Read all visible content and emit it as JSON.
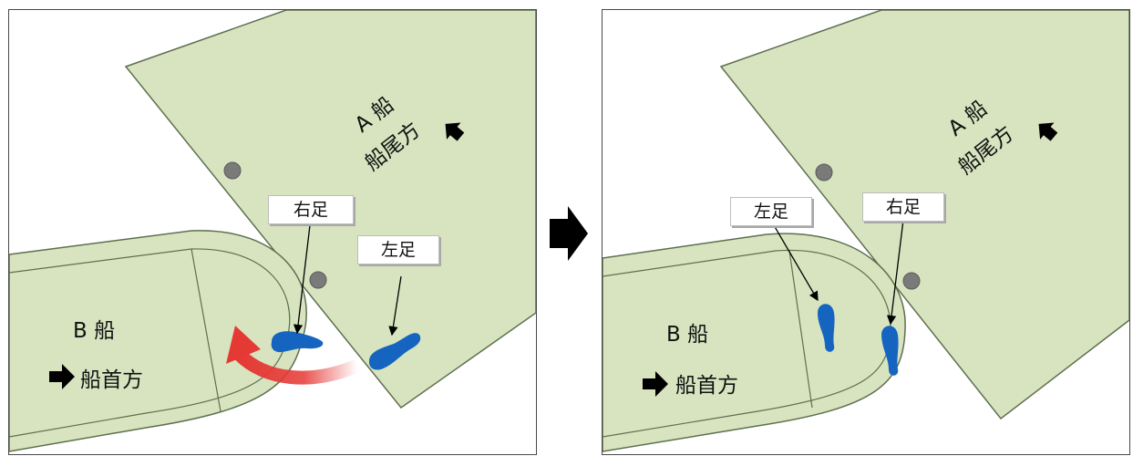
{
  "left_panel": {
    "ship_a": {
      "name": "A 船",
      "direction": "船尾方"
    },
    "ship_b": {
      "name": "B 船",
      "direction": "船首方"
    },
    "label_right_foot": "右足",
    "label_left_foot": "左足"
  },
  "right_panel": {
    "ship_a": {
      "name": "A 船",
      "direction": "船尾方"
    },
    "ship_b": {
      "name": "B 船",
      "direction": "船首方"
    },
    "label_left_foot": "左足",
    "label_right_foot": "右足"
  },
  "colors": {
    "ship_fill": "#d7e4bf",
    "ship_outline": "#5e6f4f",
    "foot": "#1565c0",
    "motion_arrow": "#e53935",
    "bollard": "#7a7a7a"
  },
  "icons": [
    "arrow-right-icon",
    "arrow-left-icon",
    "next-step-arrow-icon",
    "bollard-icon",
    "footprint-icon"
  ]
}
